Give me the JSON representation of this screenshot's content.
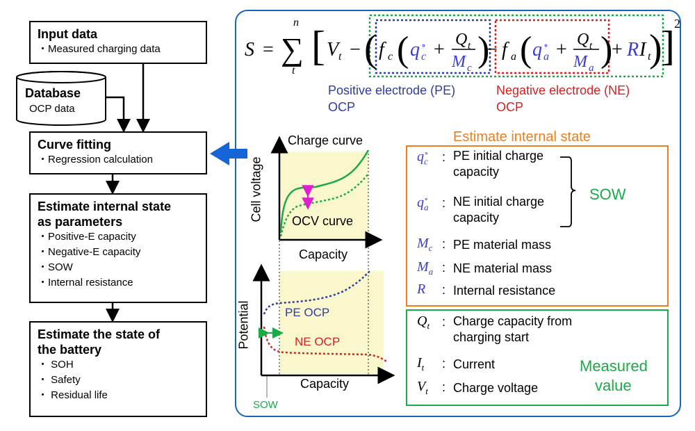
{
  "colors": {
    "pe_blue": "#2e3d9e",
    "ne_red": "#d62020",
    "green": "#1aaa48",
    "orange": "#f07d1a",
    "panel_blue": "#1565c0",
    "arrow_blue": "#1565d8",
    "highlight": "#fbf7cc",
    "magenta": "#e020d0",
    "symbol_blue": "#3b3bd6"
  },
  "flow": {
    "input": {
      "title": "Input data",
      "items": [
        "・Measured charging data"
      ]
    },
    "database": {
      "title": "Database",
      "subtitle": "OCP data"
    },
    "curve_fitting": {
      "title": "Curve fitting",
      "items": [
        "・Regression calculation"
      ]
    },
    "estimate_params": {
      "title_line1": "Estimate internal state",
      "title_line2": "as parameters",
      "items": [
        "・Positive-E capacity",
        "・Negative-E capacity",
        "・SOW",
        "・Internal resistance"
      ]
    },
    "estimate_battery": {
      "title_line1": "Estimate the state of",
      "title_line2": " the battery",
      "items": [
        "・ SOH",
        "・ Safety",
        "・ Residual life"
      ]
    }
  },
  "equation": {
    "pe_label_line1": "Positive electrode (PE)",
    "pe_label_line2": "OCP",
    "ne_label_line1": "Negative electrode (NE)",
    "ne_label_line2": "OCP"
  },
  "graphs": {
    "top_title": "Charge curve",
    "top_ylabel": "Cell voltage",
    "top_xlabel": "Capacity",
    "ocv_label": "OCV curve",
    "bottom_ylabel": "Potential",
    "bottom_xlabel": "Capacity",
    "pe_ocp_label": "PE OCP",
    "ne_ocp_label": "NE OCP",
    "sow_label": "SOW"
  },
  "internal_state": {
    "heading": "Estimate internal state",
    "sow_label": "SOW",
    "rows": [
      {
        "text_line1": "PE initial charge",
        "text_line2": "capacity"
      },
      {
        "text_line1": "NE initial charge",
        "text_line2": "capacity"
      },
      {
        "text_line1": "PE material mass"
      },
      {
        "text_line1": "NE material mass"
      },
      {
        "text_line1": "Internal resistance"
      }
    ]
  },
  "measured": {
    "label_line1": "Measured",
    "label_line2": "value",
    "rows": [
      {
        "text_line1": "Charge capacity from",
        "text_line2": "charging start"
      },
      {
        "text_line1": "Current"
      },
      {
        "text_line1": "Charge voltage"
      }
    ]
  }
}
